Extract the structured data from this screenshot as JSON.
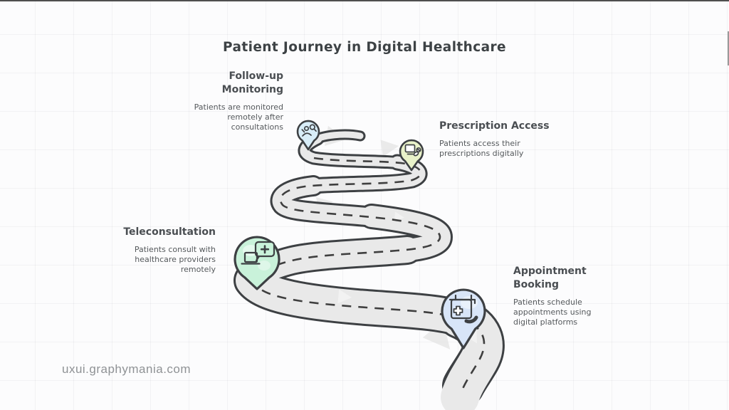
{
  "title": "Patient Journey in Digital Healthcare",
  "watermark": "uxui.graphymania.com",
  "diagram": {
    "type": "winding-road-journey",
    "direction": "top-to-bottom",
    "colors": {
      "road_fill": "#e9e9e9",
      "road_outline": "#3d4043",
      "dash_line": "#3f3f3f",
      "title_text": "#3d4245",
      "heading_text": "#4a4e52",
      "body_text": "#55595c",
      "watermark_text": "#8f9295",
      "background": "#fcfcfd"
    }
  },
  "stages": [
    {
      "id": "follow-up-monitoring",
      "label": "Follow-up\nMonitoring",
      "description": "Patients are monitored\nremotely after\nconsultations",
      "icon": "person-monitoring-icon",
      "pin_color": "#d8edf8",
      "align": "right"
    },
    {
      "id": "prescription-access",
      "label": "Prescription Access",
      "description": "Patients access their\nprescriptions digitally",
      "icon": "digital-prescription-icon",
      "pin_color": "#e9f2c9",
      "align": "left"
    },
    {
      "id": "teleconsultation",
      "label": "Teleconsultation",
      "description": "Patients consult with\nhealthcare providers\nremotely",
      "icon": "laptop-chat-cross-icon",
      "pin_color": "#c9f2da",
      "align": "right"
    },
    {
      "id": "appointment-booking",
      "label": "Appointment\nBooking",
      "description": "Patients schedule\nappointments using\ndigital platforms",
      "icon": "calendar-phone-icon",
      "pin_color": "#d8e5f8",
      "align": "left"
    }
  ]
}
